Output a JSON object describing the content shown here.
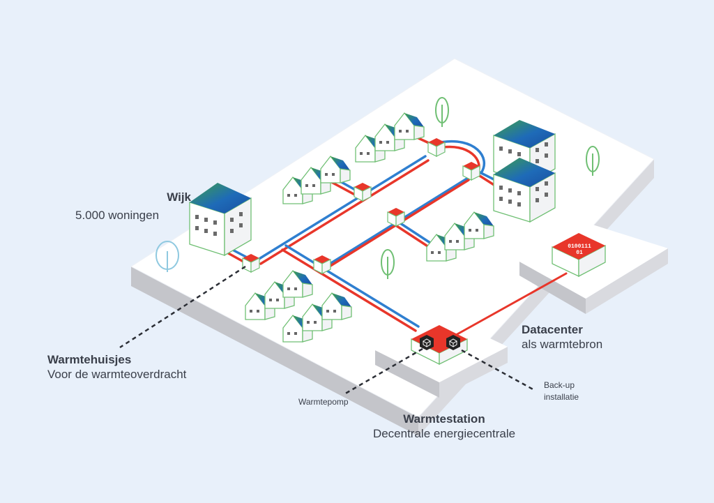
{
  "labels": {
    "wijk": {
      "title": "Wijk",
      "subtitle": "5.000 woningen"
    },
    "warmtehuisjes": {
      "title": "Warmtehuisjes",
      "subtitle": "Voor de warmteoverdracht"
    },
    "datacenter": {
      "title": "Datacenter",
      "subtitle": "als warmtebron"
    },
    "warmtestation": {
      "title": "Warmtestation",
      "subtitle": "Decentrale energiecentrale"
    },
    "warmtepomp": "Warmtepomp",
    "backup": {
      "line1": "Back-up",
      "line2": "installatie"
    },
    "datacenter_chip": {
      "line1": "0100111",
      "line2": "01"
    }
  },
  "colors": {
    "background": "#e8f0fa",
    "hot_pipe": "#e8362a",
    "cold_pipe": "#2f7fd0",
    "building_roof_top": "#3a9c4a",
    "building_roof_bottom": "#1d5fb0",
    "tree": "#6fbf73",
    "tree_alt": "#8fc9e0"
  }
}
